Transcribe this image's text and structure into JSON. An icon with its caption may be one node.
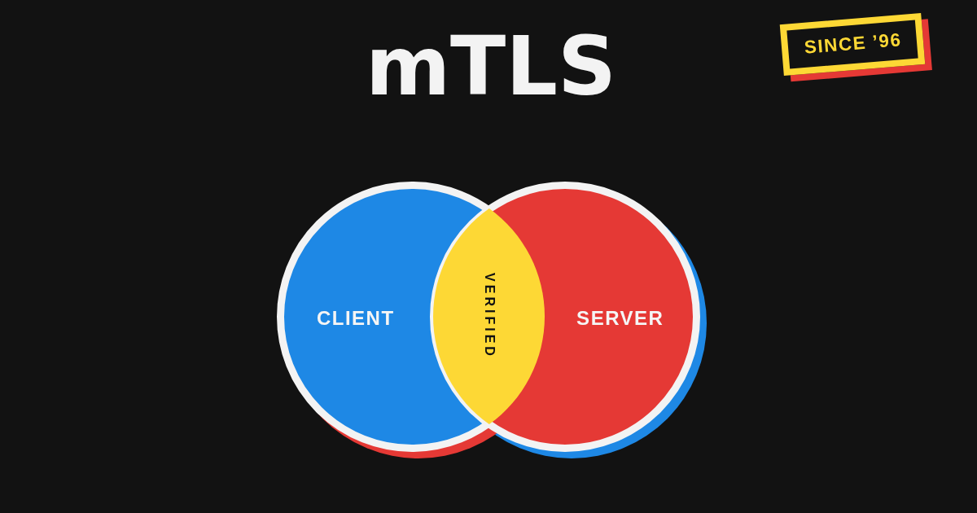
{
  "diagram": {
    "title": "mTLS",
    "nodes": [
      {
        "text": [
          "SINCE ’96"
        ]
      },
      {
        "text": [
          "CLIENT"
        ]
      },
      {
        "text": [
          "VERIFIED"
        ]
      },
      {
        "text": [
          "SERVER"
        ]
      }
    ]
  }
}
